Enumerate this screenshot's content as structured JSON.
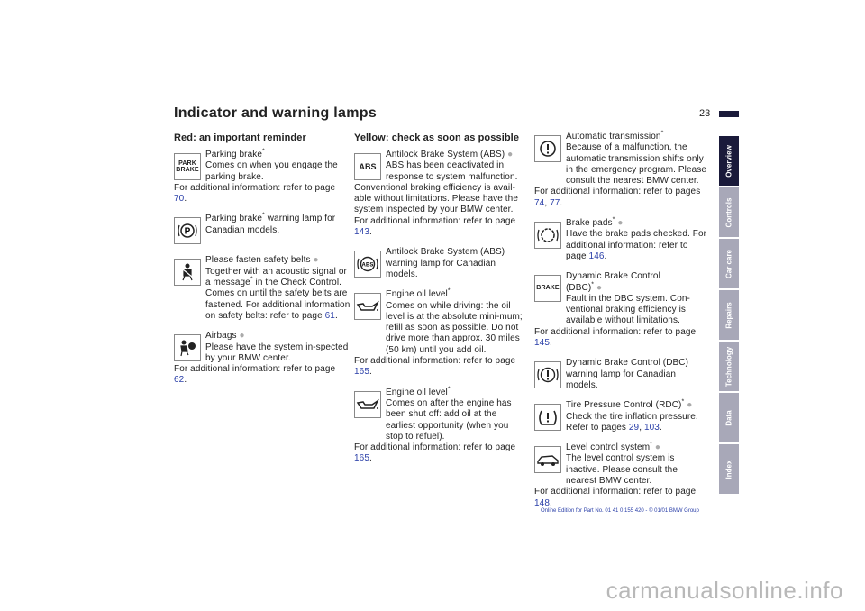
{
  "page": {
    "title": "Indicator and warning lamps",
    "number": "23"
  },
  "tabs": [
    "Overview",
    "Controls",
    "Car care",
    "Repairs",
    "Technology",
    "Data",
    "Index"
  ],
  "footer": "Online Edition for Part No. 01 41 0 155 420 - © 01/01 BMW Group",
  "watermark": "carmanualsonline.info",
  "col1": {
    "heading": "Red: an important reminder",
    "e1": {
      "icon": "park-brake-icon",
      "icon_text": "PARK BRAKE",
      "l1": "Parking brake",
      "star": "*",
      "l2": "Comes on when you engage the parking brake.",
      "l3": "For additional information: refer to page",
      "link": "70",
      "end": "."
    },
    "e2": {
      "icon": "parking-brake-p-icon",
      "l1a": "Parking brake",
      "star": "*",
      "l1b": " warning lamp for Canadian models."
    },
    "e3": {
      "icon": "seatbelt-icon",
      "l1": "Please fasten safety belts",
      "dot": "●",
      "l2a": "Together with an acoustic signal or a message",
      "star": "*",
      "l2b": " in the Check Control. Comes on until the safety belts are fastened. For additional information on safety belts: refer to page",
      "link": "61",
      "end": "."
    },
    "e4": {
      "icon": "airbag-icon",
      "l1": "Airbags",
      "dot": "●",
      "l2": "Please have the system in-spected by your BMW center.",
      "l3": "For additional information: refer to page",
      "link": "62",
      "end": "."
    }
  },
  "col2": {
    "heading": "Yellow: check as soon as possible",
    "e1": {
      "icon": "abs-icon",
      "icon_text": "ABS",
      "l1": "Antilock Brake System (ABS)",
      "dot": "●",
      "l2": "ABS has been deactivated in response to system malfunction. Conventional braking efficiency is avail-able without limitations. Please have the system inspected by your BMW center.",
      "l3": "For additional information: refer to page",
      "link": "143",
      "end": "."
    },
    "e2": {
      "icon": "abs-circle-icon",
      "icon_text": "ABS",
      "l1": "Antilock Brake System (ABS) warning lamp for Canadian models."
    },
    "e3": {
      "icon": "oil-can-icon",
      "l1": "Engine oil level",
      "star": "*",
      "l2": "Comes on while driving: the oil level is at the absolute mini-mum; refill as soon as possible. Do not drive more than approx. 30 miles (50 km) until you add oil.",
      "l3": "For additional information: refer to page",
      "link": "165",
      "end": "."
    },
    "e4": {
      "icon": "oil-can-icon",
      "l1": "Engine oil level",
      "star": "*",
      "l2": "Comes on after the engine has been shut off: add oil at the earliest opportunity (when you stop to refuel).",
      "l3": "For additional information: refer to page",
      "link": "165",
      "end": "."
    }
  },
  "col3": {
    "e1": {
      "icon": "transmission-warning-icon",
      "l1": "Automatic transmission",
      "star": "*",
      "l2": "Because of a malfunction, the automatic transmission shifts only in the emergency program. Please consult the nearest BMW center.",
      "l3": "For additional information: refer to pages",
      "link1": "74",
      "sep": ", ",
      "link2": "77",
      "end": "."
    },
    "e2": {
      "icon": "brake-pads-icon",
      "l1": "Brake pads",
      "star": "*",
      "dot": "●",
      "l2": "Have the brake pads checked. For additional information: refer to page",
      "link": "146",
      "end": "."
    },
    "e3": {
      "icon": "brake-text-icon",
      "icon_text": "BRAKE",
      "l1": "Dynamic Brake Control",
      "l1b": "(DBC)",
      "star": "*",
      "dot": "●",
      "l2": "Fault in the DBC system. Con-ventional braking efficiency is available without limitations.",
      "l3": "For additional information: refer to page",
      "link": "145",
      "end": "."
    },
    "e4": {
      "icon": "dbc-warning-icon",
      "l1": "Dynamic Brake Control (DBC) warning lamp for Canadian models."
    },
    "e5": {
      "icon": "tire-pressure-icon",
      "l1": "Tire Pressure Control (RDC)",
      "star": "*",
      "dot": "●",
      "l2": "Check the tire inflation pressure. Refer to pages",
      "link1": "29",
      "sep": ", ",
      "link2": "103",
      "end": "."
    },
    "e6": {
      "icon": "level-control-icon",
      "l1": "Level control system",
      "star": "*",
      "dot": "●",
      "l2": "The level control system is inactive. Please consult the nearest BMW center.",
      "l3": "For additional information: refer to page",
      "link": "148",
      "end": "."
    }
  }
}
